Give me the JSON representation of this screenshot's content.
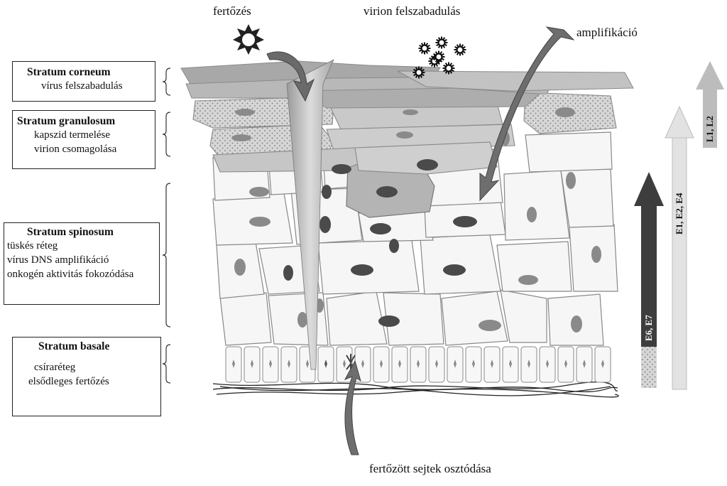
{
  "layers": [
    {
      "title": "Stratum corneum",
      "lines": [
        "vírus felszabadulás"
      ]
    },
    {
      "title": "Stratum granulosum",
      "lines": [
        "kapszid termelése",
        "virion csomagolása"
      ]
    },
    {
      "title": "Stratum spinosum",
      "lines": [
        "tüskés réteg",
        "vírus DNS amplifikáció",
        "onkogén aktivitás fokozódása"
      ]
    },
    {
      "title": "Stratum basale",
      "lines": [
        "csíraréteg",
        "elsődleges fertőzés"
      ]
    }
  ],
  "annotations": {
    "infection": "fertőzés",
    "virion_release": "virion felszabadulás",
    "amplification": "amplifikáció",
    "cell_division": "fertőzött sejtek osztódása"
  },
  "gene_arrows": [
    {
      "label": "E6, E7",
      "color": "#3d3d3d"
    },
    {
      "label": "E1, E2, E4",
      "color": "#e2e2e2"
    },
    {
      "label": "L1, L2",
      "color": "#bcbcbc"
    }
  ],
  "colors": {
    "corneum": "#a8a8a8",
    "granulosum_dotted": "#d4d4d4",
    "spinosum_cell": "#f6f6f6",
    "infected_cell": "#b4b4b4",
    "nucleus_dark": "#4a4a4a",
    "nucleus_mid": "#8a8a8a"
  }
}
